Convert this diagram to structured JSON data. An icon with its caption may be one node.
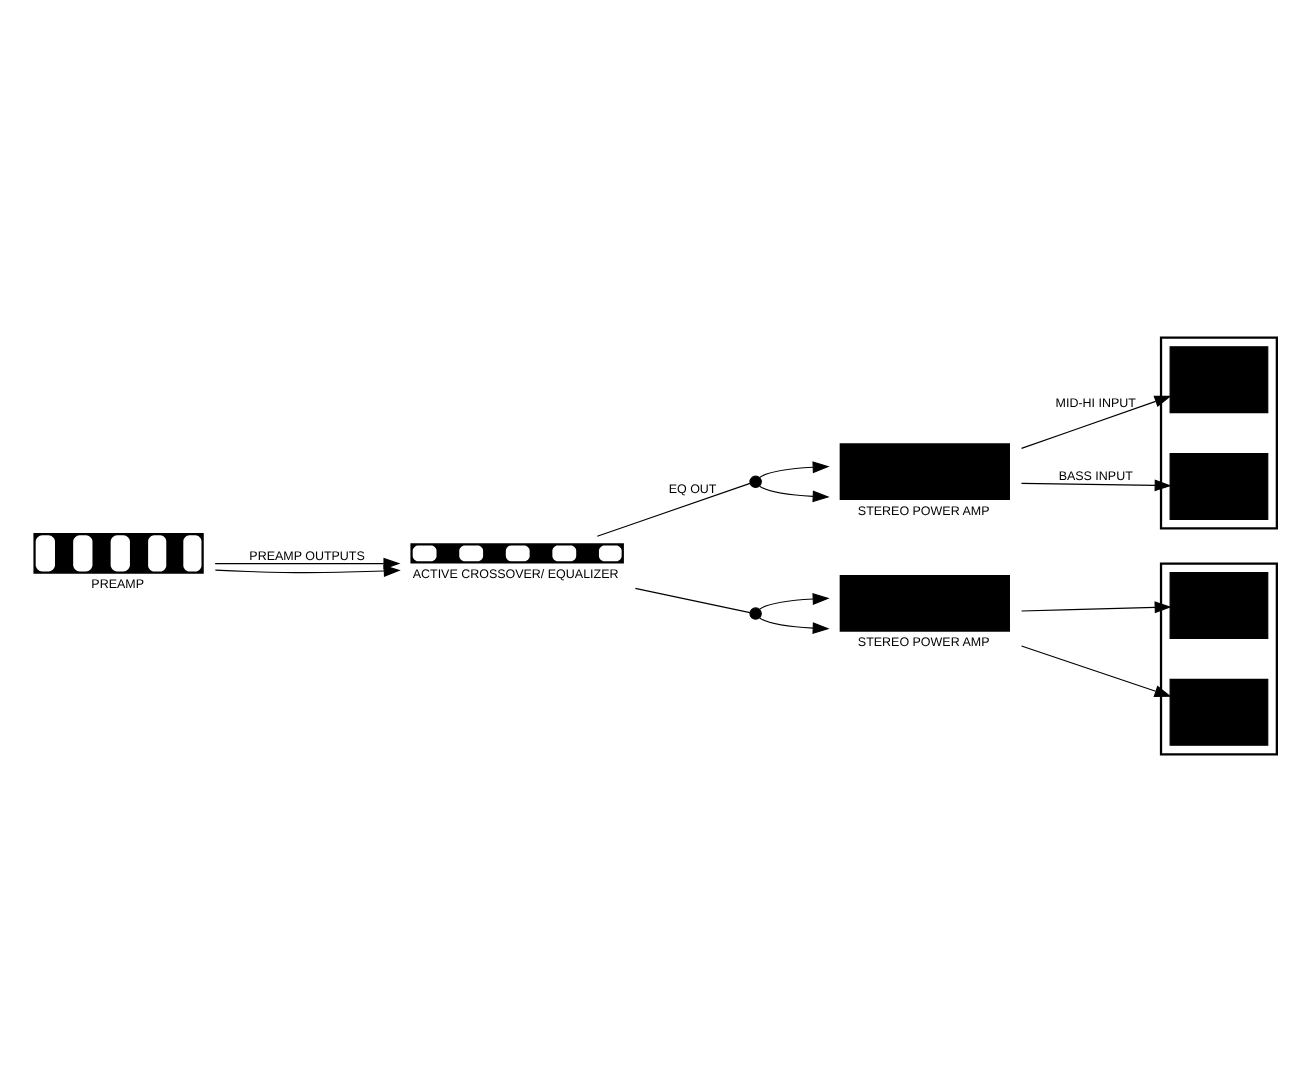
{
  "diagram": {
    "nodes": [
      {
        "text": [
          "PREAMP"
        ]
      },
      {
        "text": [
          "ACTIVE CROSSOVER/ EQUALIZER"
        ]
      },
      {
        "text": [
          "STEREO POWER AMP"
        ]
      },
      {
        "text": [
          "STEREO POWER AMP"
        ]
      },
      {
        "text": [],
        "shape": "box"
      },
      {
        "text": [],
        "shape": "box",
        "in": 4
      },
      {
        "text": [],
        "shape": "box",
        "in": 4
      },
      {
        "text": [],
        "shape": "box"
      },
      {
        "text": [],
        "shape": "box",
        "in": 7
      },
      {
        "text": [],
        "shape": "box",
        "in": 7
      },
      {
        "text": [],
        "shape": "circle"
      },
      {
        "text": [],
        "shape": "circle"
      }
    ],
    "edges": [
      {
        "from": 0,
        "to": 1,
        "arrow": "to",
        "label": "PREAMP OUTPUTS"
      },
      {
        "from": 0,
        "to": 1,
        "arrow": "to"
      },
      {
        "from": 1,
        "to": 10,
        "arrow": "none",
        "label": "EQ OUT"
      },
      {
        "from": 10,
        "to": 2,
        "arrow": "to"
      },
      {
        "from": 10,
        "to": 2,
        "arrow": "to"
      },
      {
        "from": 2,
        "to": 5,
        "arrow": "to",
        "label": "MID-HI INPUT"
      },
      {
        "from": 2,
        "to": 6,
        "arrow": "to",
        "label": "BASS INPUT"
      },
      {
        "from": 1,
        "to": 11,
        "arrow": "none"
      },
      {
        "from": 11,
        "to": 3,
        "arrow": "to"
      },
      {
        "from": 11,
        "to": 3,
        "arrow": "to"
      },
      {
        "from": 3,
        "to": 8,
        "arrow": "to"
      },
      {
        "from": 3,
        "to": 9,
        "arrow": "to"
      }
    ]
  }
}
